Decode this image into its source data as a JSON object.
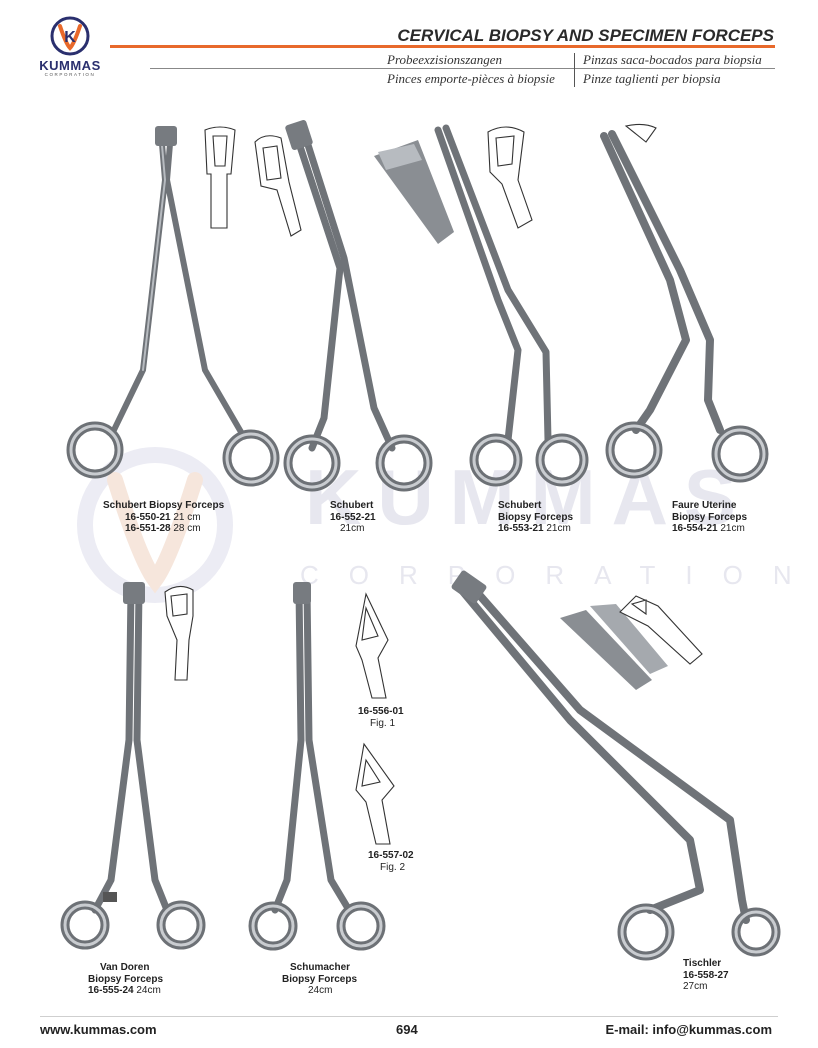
{
  "brand": {
    "name": "KUMMAS",
    "sub": "CORPORATION",
    "logo_letter": "K",
    "colors": {
      "accent": "#e8692b",
      "navy": "#2a2f6e"
    }
  },
  "header": {
    "title": "CERVICAL BIOPSY AND SPECIMEN FORCEPS",
    "sub_de": "Probeexzisionszangen",
    "sub_es": "Pinzas saca-bocados para biopsia",
    "sub_fr": "Pinces emporte-pièces à biopsie",
    "sub_it": "Pinze taglienti per biopsia"
  },
  "watermark": {
    "word": "KUMMAS",
    "sub": "CORPORATION"
  },
  "products": [
    {
      "name_lines": [
        "Schubert Biopsy Forceps"
      ],
      "codes": [
        {
          "code": "16-550-21",
          "size": "21 cm"
        },
        {
          "code": "16-551-28",
          "size": "28 cm"
        }
      ]
    },
    {
      "name_lines": [
        "Schubert"
      ],
      "codes": [
        {
          "code": "16-552-21",
          "size": ""
        }
      ],
      "size_line": "21cm"
    },
    {
      "name_lines": [
        "Schubert",
        "Biopsy Forceps"
      ],
      "codes": [
        {
          "code": "16-553-21",
          "size": "21cm"
        }
      ]
    },
    {
      "name_lines": [
        "Faure Uterine",
        "Biopsy Forceps"
      ],
      "codes": [
        {
          "code": "16-554-21",
          "size": "21cm"
        }
      ]
    },
    {
      "name_lines": [
        "Van Doren",
        "Biopsy Forceps"
      ],
      "codes": [
        {
          "code": "16-555-24",
          "size": "24cm"
        }
      ]
    },
    {
      "name_lines": [
        "Schumacher",
        "Biopsy Forceps"
      ],
      "codes": [],
      "size_line": "24cm"
    },
    {
      "name_lines": [
        "Tischler"
      ],
      "codes": [
        {
          "code": "16-558-27",
          "size": ""
        }
      ],
      "size_line": "27cm"
    }
  ],
  "figures": [
    {
      "code": "16-556-01",
      "label": "Fig. 1"
    },
    {
      "code": "16-557-02",
      "label": "Fig. 2"
    }
  ],
  "footer": {
    "website": "www.kummas.com",
    "page": "694",
    "email": "E-mail: info@kummas.com"
  }
}
